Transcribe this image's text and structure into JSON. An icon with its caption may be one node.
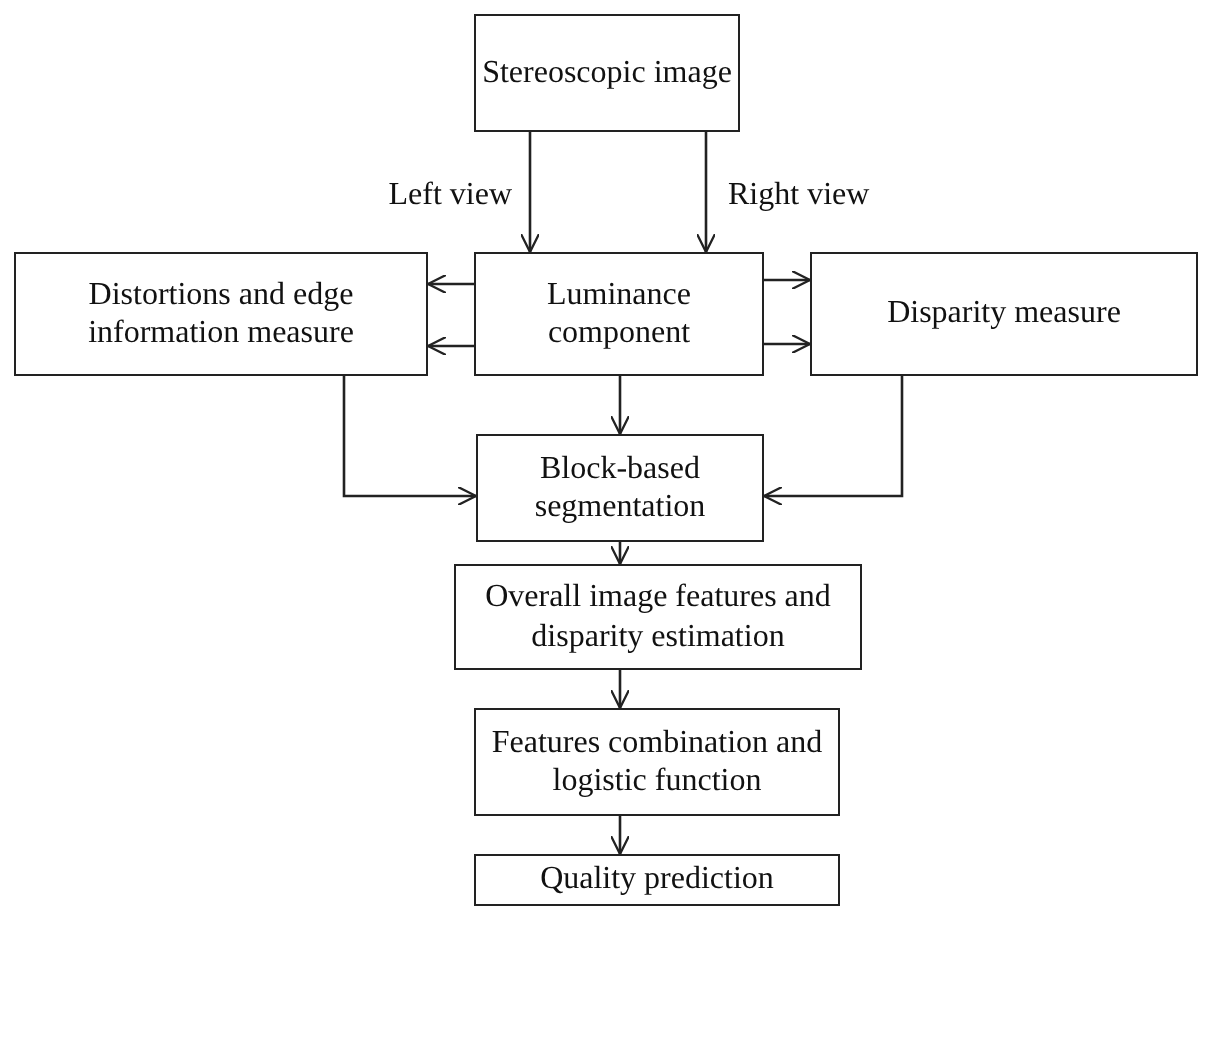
{
  "diagram": {
    "nodes": [
      {
        "text": [
          "Stereoscopic image"
        ]
      },
      {
        "text": [
          "Distortions and edge information measure"
        ]
      },
      {
        "text": [
          "Luminance component"
        ]
      },
      {
        "text": [
          "Disparity measure"
        ]
      },
      {
        "text": [
          "Block-based segmentation"
        ]
      },
      {
        "text": [
          "Overall image features and disparity estimation"
        ]
      },
      {
        "text": [
          "Features combination and logistic function"
        ]
      },
      {
        "text": [
          "Quality prediction"
        ]
      }
    ],
    "edges": [
      {
        "from": 0,
        "to": 2,
        "arrow": "to",
        "label": "Left view"
      },
      {
        "from": 0,
        "to": 2,
        "arrow": "to",
        "label": "Right view"
      },
      {
        "from": 2,
        "to": 1,
        "arrow": "to"
      },
      {
        "from": 2,
        "to": 1,
        "arrow": "to"
      },
      {
        "from": 2,
        "to": 3,
        "arrow": "to"
      },
      {
        "from": 2,
        "to": 3,
        "arrow": "to"
      },
      {
        "from": 2,
        "to": 4,
        "arrow": "to"
      },
      {
        "from": 1,
        "to": 4,
        "arrow": "to"
      },
      {
        "from": 3,
        "to": 4,
        "arrow": "to"
      },
      {
        "from": 4,
        "to": 5,
        "arrow": "to"
      },
      {
        "from": 5,
        "to": 6,
        "arrow": "to"
      },
      {
        "from": 6,
        "to": 7,
        "arrow": "to"
      }
    ]
  }
}
